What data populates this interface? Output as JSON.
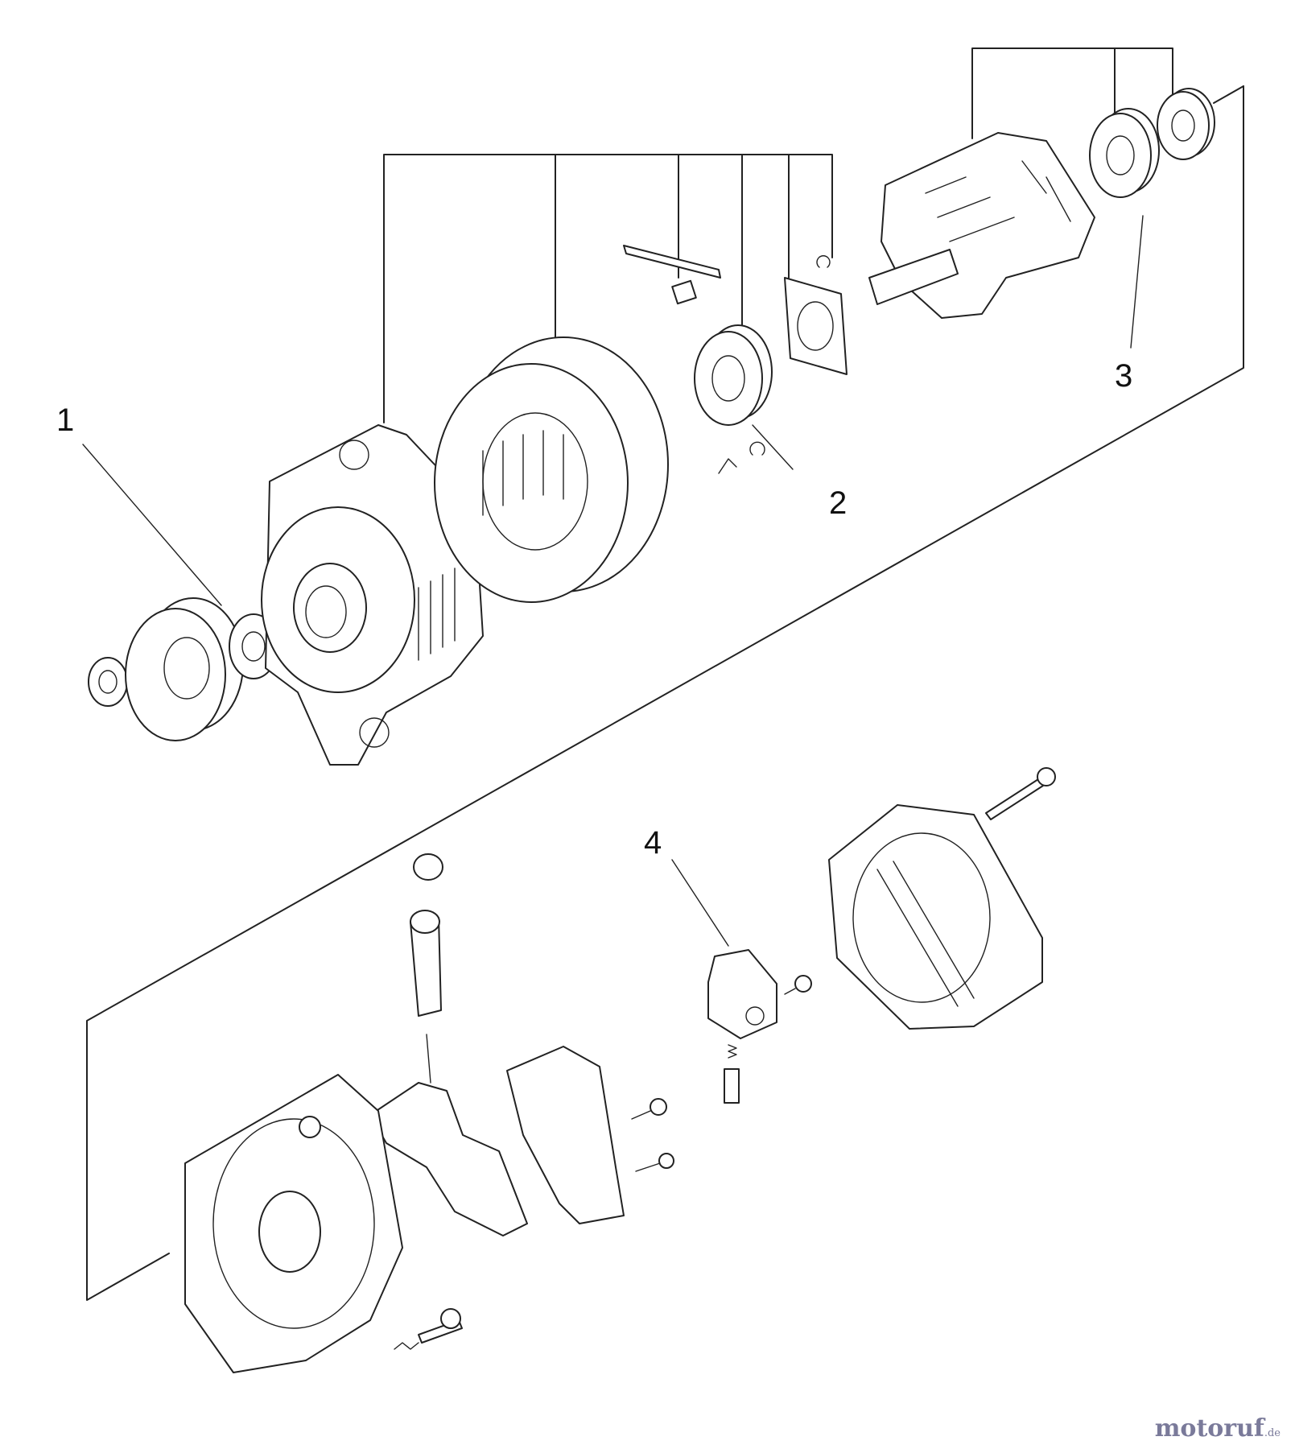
{
  "callouts": {
    "c1": "1",
    "c2": "2",
    "c3": "3",
    "c4": "4"
  },
  "watermark": {
    "text": "motoruf",
    "suffix": ".de"
  },
  "colors": {
    "line": "#222222",
    "background": "#ffffff",
    "watermark": "#7a7a9a"
  }
}
